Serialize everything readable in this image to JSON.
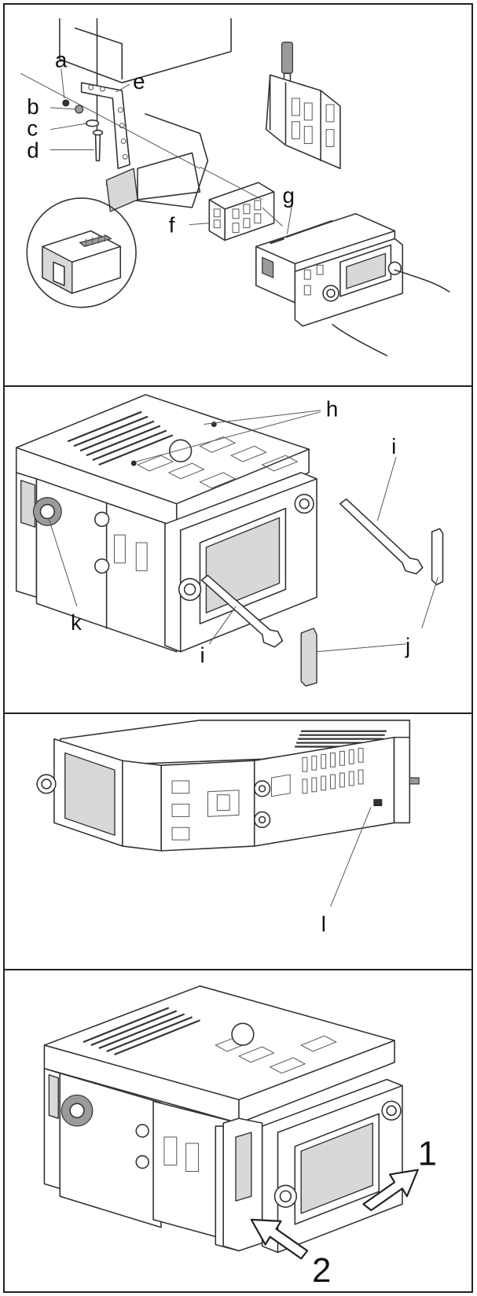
{
  "panels": [
    {
      "labels": {
        "a": "a",
        "b": "b",
        "c": "c",
        "d": "d",
        "e": "e",
        "f": "f",
        "g": "g"
      }
    },
    {
      "labels": {
        "h": "h",
        "i_upper": "i",
        "i_lower": "i",
        "j": "j",
        "k": "k"
      }
    },
    {
      "labels": {
        "l": "l"
      }
    },
    {
      "labels": {
        "step1": "1",
        "step2": "2"
      }
    }
  ]
}
